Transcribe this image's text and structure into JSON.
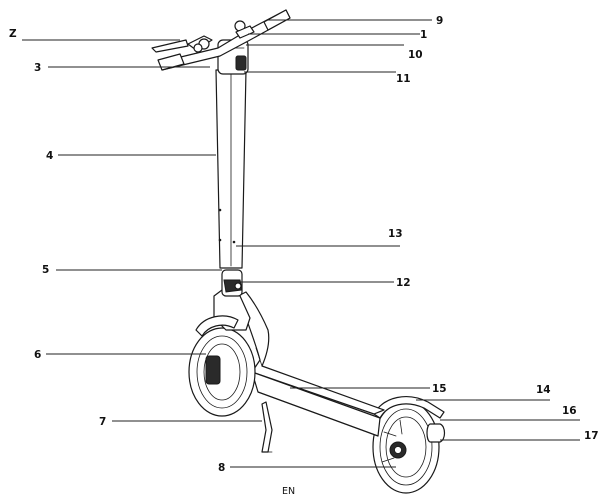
{
  "callouts": [
    {
      "id": "z",
      "label": "Z"
    },
    {
      "id": "1",
      "label": "1"
    },
    {
      "id": "3",
      "label": "3"
    },
    {
      "id": "4",
      "label": "4"
    },
    {
      "id": "5",
      "label": "5"
    },
    {
      "id": "6",
      "label": "6"
    },
    {
      "id": "7",
      "label": "7"
    },
    {
      "id": "8",
      "label": "8"
    },
    {
      "id": "9",
      "label": "9"
    },
    {
      "id": "10",
      "label": "10"
    },
    {
      "id": "11",
      "label": "11"
    },
    {
      "id": "12",
      "label": "12"
    },
    {
      "id": "13",
      "label": "13"
    },
    {
      "id": "14",
      "label": "14"
    },
    {
      "id": "15",
      "label": "15"
    },
    {
      "id": "16",
      "label": "16"
    },
    {
      "id": "17",
      "label": "17"
    }
  ],
  "footer": {
    "language_code": "EN"
  }
}
